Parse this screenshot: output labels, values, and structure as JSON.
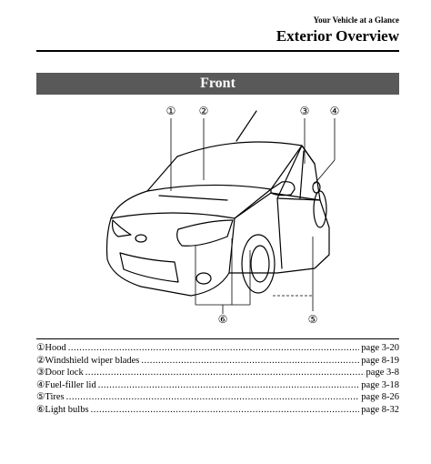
{
  "header": {
    "section": "Your Vehicle at a Glance",
    "title": "Exterior Overview"
  },
  "banner": {
    "label": "Front"
  },
  "callouts": [
    "①",
    "②",
    "③",
    "④",
    "⑤",
    "⑥"
  ],
  "legend": [
    {
      "num": "①",
      "name": "Hood",
      "ref": "page 3-20"
    },
    {
      "num": "②",
      "name": "Windshield wiper blades",
      "ref": "page 8-19"
    },
    {
      "num": "③",
      "name": "Door lock",
      "ref": "page 3-8"
    },
    {
      "num": "④",
      "name": "Fuel-filler lid",
      "ref": "page 3-18"
    },
    {
      "num": "⑤",
      "name": "Tires",
      "ref": "page 8-26"
    },
    {
      "num": "⑥",
      "name": "Light bulbs",
      "ref": "page 8-32"
    }
  ]
}
